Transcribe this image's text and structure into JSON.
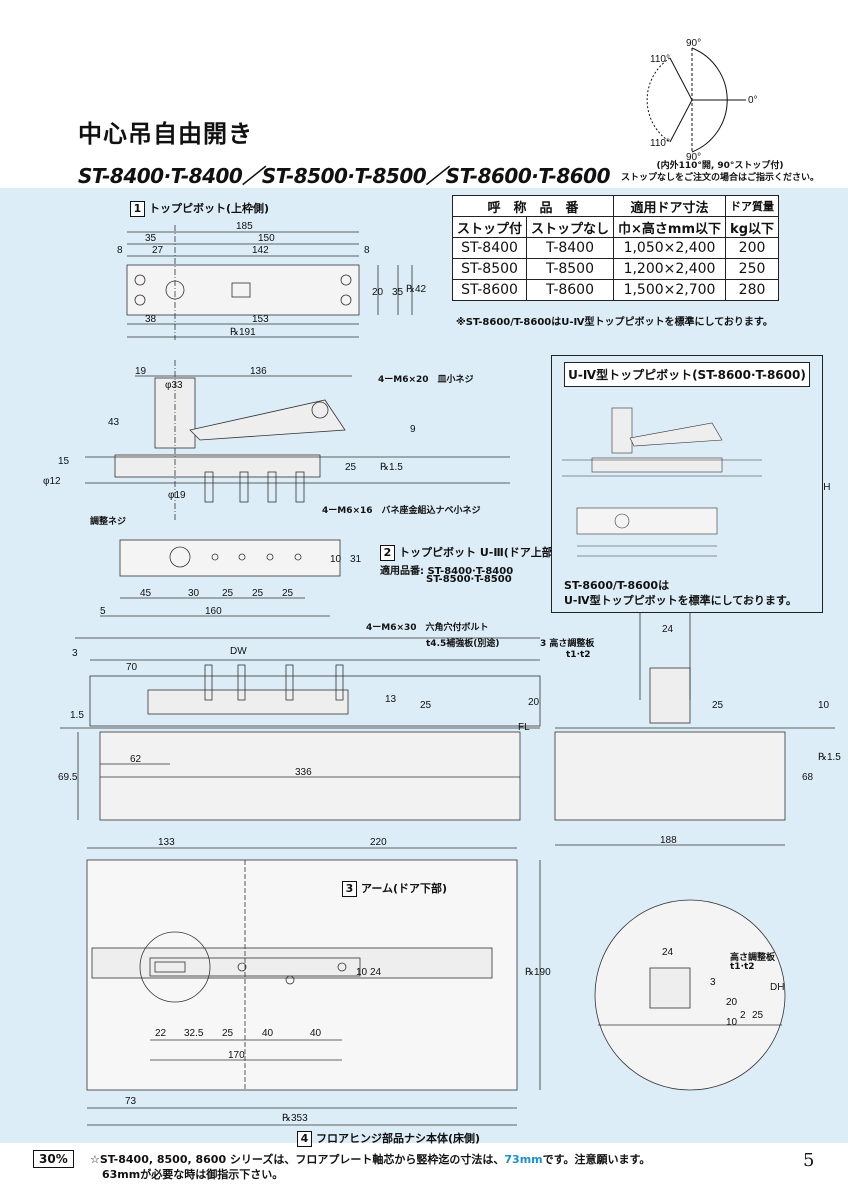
{
  "header": {
    "title": "中心吊自由開き",
    "models": "ST-8400·T-8400／ST-8500·T-8500／ST-8600·T-8600"
  },
  "angle_diagram": {
    "angles": [
      "90°",
      "110°",
      "0°",
      "110°",
      "90°"
    ],
    "note_line1": "(内外110°開, 90°ストップ付)",
    "note_line2": "ストップなしをご注文の場合はご指示ください。"
  },
  "spec_table": {
    "header1": [
      "呼　称　品　番",
      "適用ドア寸法",
      "ドア質量"
    ],
    "header2": [
      "ストップ付",
      "ストップなし",
      "巾×高さmm以下",
      "kg以下"
    ],
    "rows": [
      [
        "ST-8400",
        "T-8400",
        "1,050×2,400",
        "200"
      ],
      [
        "ST-8500",
        "T-8500",
        "1,200×2,400",
        "250"
      ],
      [
        "ST-8600",
        "T-8600",
        "1,500×2,700",
        "280"
      ]
    ],
    "note": "※ST-8600/T-8600はU-Ⅳ型トップピボットを標準にしております。"
  },
  "sections": {
    "s1": {
      "num": "1",
      "label": "トップピボット(上枠側)"
    },
    "s2": {
      "num": "2",
      "label": "トップピボット U-Ⅲ(ドア上部)",
      "applies_label": "適用品番:",
      "applies1": "ST-8400·T-8400",
      "applies2": "ST-8500·T-8500"
    },
    "s3": {
      "num": "3",
      "label": "アーム(ドア下部)"
    },
    "s4": {
      "num": "4",
      "label": "フロアヒンジ部品ナシ本体(床側)"
    }
  },
  "annotations": {
    "screw1": "4ーM6×20　皿小ネジ",
    "screw2": "4ーM6×16　バネ座金組込ナベ小ネジ",
    "adjust": "調整ネジ",
    "bolt": "4ーM6×30　六角穴付ボルト",
    "plate": "t4.5補強板(別途)",
    "height_plate": "3 高さ調整板",
    "t12": "t1·t2",
    "height_plate2": "高さ調整板",
    "fl": "FL",
    "dw": "DW",
    "dh": "DH"
  },
  "u4": {
    "title": "U-Ⅳ型トップピボット(ST-8600·T-8600)",
    "note_line1": "ST-8600/T-8600は",
    "note_line2": "U-Ⅳ型トップピボットを標準にしております。"
  },
  "dims": {
    "top_pivot": [
      "185",
      "35",
      "150",
      "8",
      "27",
      "142",
      "8",
      "20",
      "35",
      "℞42",
      "38",
      "153",
      "℞191"
    ],
    "pivot_side": [
      "19",
      "136",
      "φ33",
      "43",
      "9",
      "15",
      "25",
      "℞1.5",
      "φ12",
      "φ19"
    ],
    "pivot_u3": [
      "10",
      "31",
      "45",
      "30",
      "25",
      "25",
      "25",
      "5",
      "160"
    ],
    "section_view": [
      "3",
      "70",
      "13",
      "25",
      "20",
      "1.5",
      "24",
      "25",
      "10",
      "62",
      "336",
      "69.5",
      "68",
      "℞1.5",
      "188"
    ],
    "plan_view": [
      "133",
      "220",
      "10",
      "24",
      "℞190",
      "22",
      "32.5",
      "25",
      "40",
      "40",
      "170",
      "73",
      "℞353"
    ],
    "detail": [
      "24",
      "3",
      "20",
      "2",
      "25",
      "10"
    ]
  },
  "footer": {
    "percent": "30%",
    "note_a": "☆ST-8400, 8500, 8600 シリーズは、フロアプレート軸芯から竪枠迄の寸法は、",
    "note_hl": "73mm",
    "note_b": "です。注意願います。",
    "note_line2": "63mmが必要な時は御指示下さい。",
    "page_number": "5"
  }
}
